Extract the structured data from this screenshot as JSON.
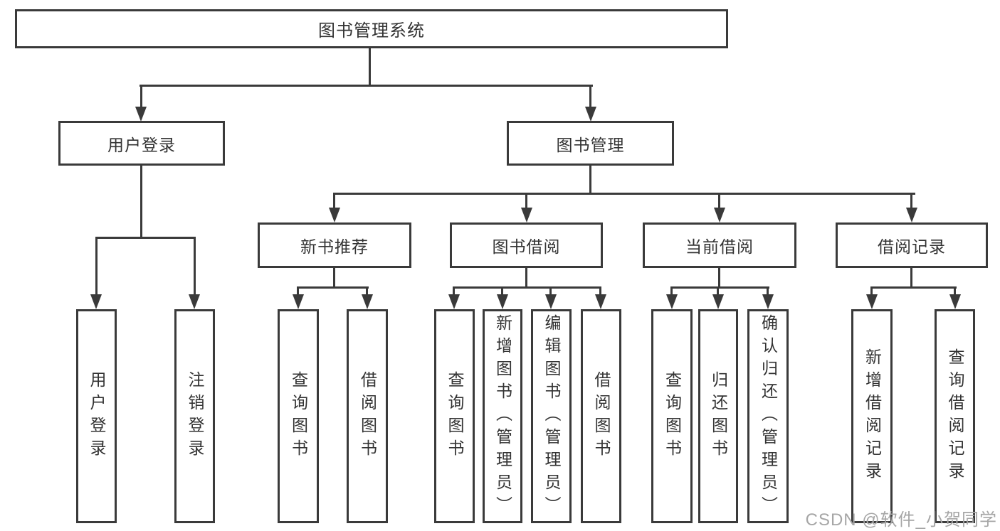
{
  "tree": {
    "root": {
      "label": "图书管理系统"
    },
    "branches": [
      {
        "label": "用户登录",
        "children": [
          {
            "label": "用户登录"
          },
          {
            "label": "注销登录"
          }
        ]
      },
      {
        "label": "图书管理",
        "children": [
          {
            "label": "新书推荐",
            "children": [
              {
                "label": "查询图书"
              },
              {
                "label": "借阅图书"
              }
            ]
          },
          {
            "label": "图书借阅",
            "children": [
              {
                "label": "查询图书"
              },
              {
                "label": "新增图书（管理员）"
              },
              {
                "label": "编辑图书（管理员）"
              },
              {
                "label": "借阅图书"
              }
            ]
          },
          {
            "label": "当前借阅",
            "children": [
              {
                "label": "查询图书"
              },
              {
                "label": "归还图书"
              },
              {
                "label": "确认归还（管理员）"
              }
            ]
          },
          {
            "label": "借阅记录",
            "children": [
              {
                "label": "新增借阅记录"
              },
              {
                "label": "查询借阅记录"
              }
            ]
          }
        ]
      }
    ]
  },
  "watermark": {
    "text": "CSDN @软件_小贺同学"
  },
  "colors": {
    "line": "#3a3a3a",
    "text": "#333333",
    "watermark": "#a6a6a6"
  }
}
